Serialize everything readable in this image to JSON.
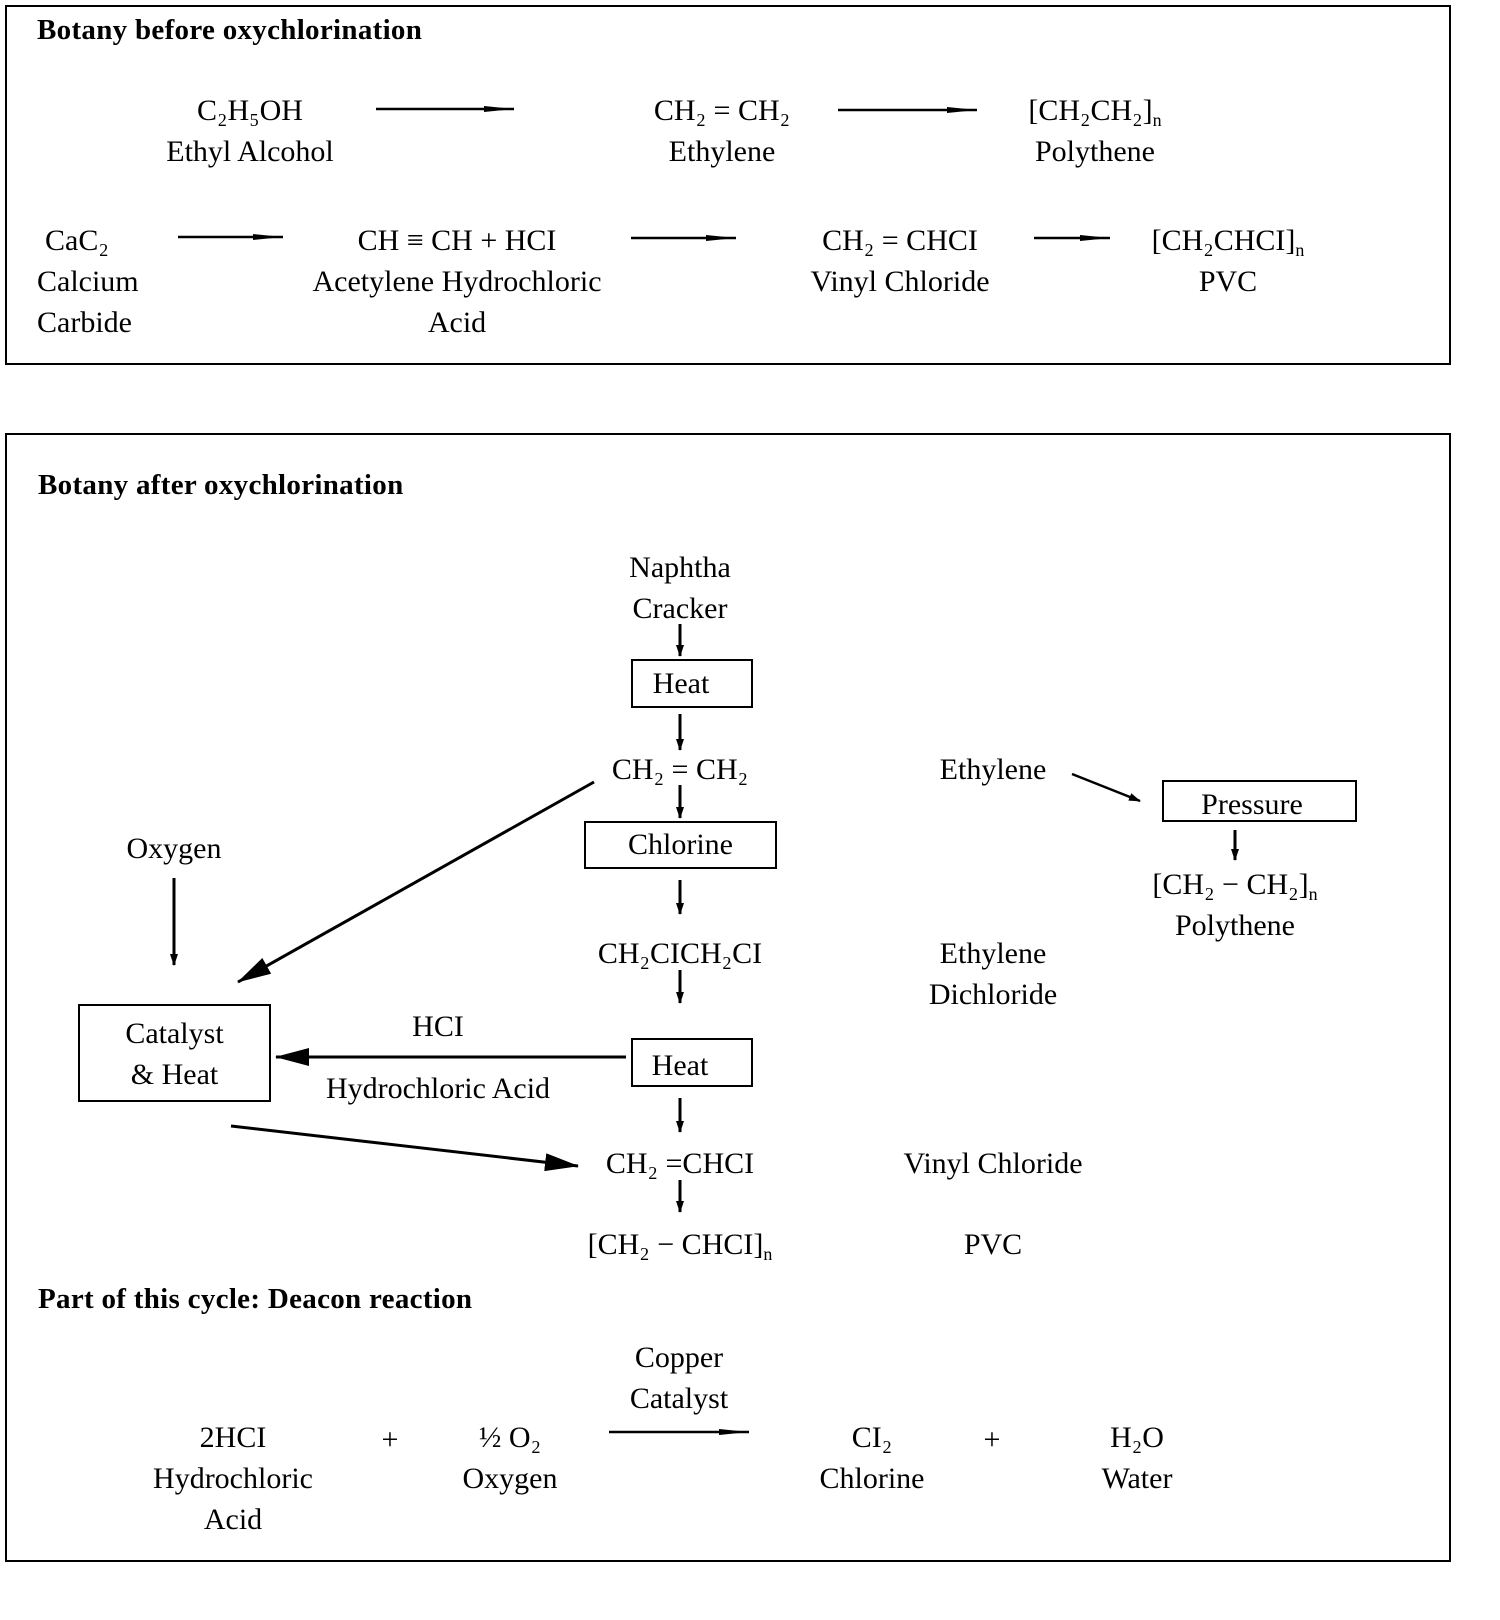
{
  "top_panel": {
    "heading": "Botany before oxychlorination",
    "row1": {
      "ethanol_formula": "C₂H₅OH",
      "ethanol_name": "Ethyl Alcohol",
      "ethylene_formula": "CH₂ = CH₂",
      "ethylene_name": "Ethylene",
      "polythene_formula": "[CH₂CH₂]",
      "polythene_sub": "n",
      "polythene_name": "Polythene"
    },
    "row2": {
      "carbide_formula": "CaC₂",
      "carbide_name_1": "Calcium",
      "carbide_name_2": "Carbide",
      "acetylene_formula": "CH ≡ CH + HCI",
      "acetylene_name_1": "Acetylene Hydrochloric",
      "acetylene_name_2": "Acid",
      "vinyl_formula": "CH₂ = CHCI",
      "vinyl_name": "Vinyl Chloride",
      "pvc_formula": "[CH₂CHCI]",
      "pvc_sub": "n",
      "pvc_name": "PVC"
    }
  },
  "bottom_panel": {
    "heading": "Botany after oxychlorination",
    "naphtha_1": "Naphtha",
    "naphtha_2": "Cracker",
    "heat_box_1": "Heat",
    "ethylene_formula": "CH₂ = CH₂",
    "ethylene_label": "Ethylene",
    "pressure_box": "Pressure",
    "polythene_formula": "[CH₂ − CH₂]",
    "polythene_sub": "n",
    "polythene_name": "Polythene",
    "oxygen_label": "Oxygen",
    "chlorine_box": "Chlorine",
    "edc_formula": "CH₂CICH₂CI",
    "edc_name_1": "Ethylene",
    "edc_name_2": "Dichloride",
    "catalyst_box_1": "Catalyst",
    "catalyst_box_2": "& Heat",
    "hcl_formula": "HCI",
    "hcl_name": "Hydrochloric Acid",
    "heat_box_2": "Heat",
    "vinyl_formula": "CH₂ =CHCI",
    "vinyl_name": "Vinyl Chloride",
    "pvc_formula": "[CH₂ − CHCI]",
    "pvc_sub": "n",
    "pvc_name": "PVC",
    "deacon_heading": "Part of this cycle: Deacon reaction",
    "deacon": {
      "hcl_formula": "2HCI",
      "hcl_name_1": "Hydrochloric",
      "hcl_name_2": "Acid",
      "plus_1": "+",
      "oxygen_formula": "½ O₂",
      "oxygen_name": "Oxygen",
      "catalyst_1": "Copper",
      "catalyst_2": "Catalyst",
      "chlorine_formula": "CI₂",
      "chlorine_name": "Chlorine",
      "plus_2": "+",
      "water_formula": "H₂O",
      "water_name": "Water"
    }
  }
}
